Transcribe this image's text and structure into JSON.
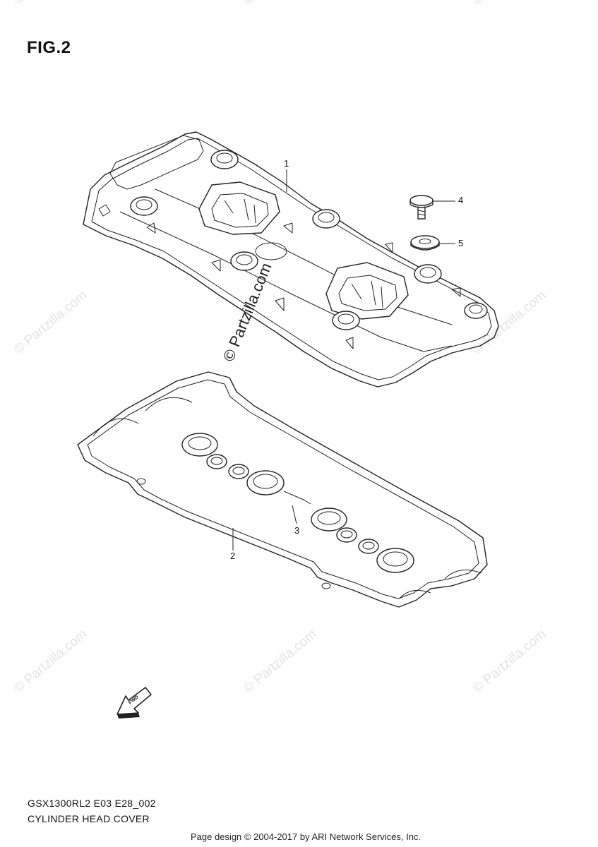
{
  "figure_label": "FIG.2",
  "callouts": [
    {
      "number": "1"
    },
    {
      "number": "2"
    },
    {
      "number": "3"
    },
    {
      "number": "4"
    },
    {
      "number": "5"
    }
  ],
  "fwd_arrow_label": "FWD",
  "watermark_text": "© Partzilla.com",
  "model_code": "GSX1300RL2 E03 E28_002",
  "diagram_title": "CYLINDER HEAD COVER",
  "page_credit": "Page design © 2004-2017 by ARI Network Services, Inc."
}
